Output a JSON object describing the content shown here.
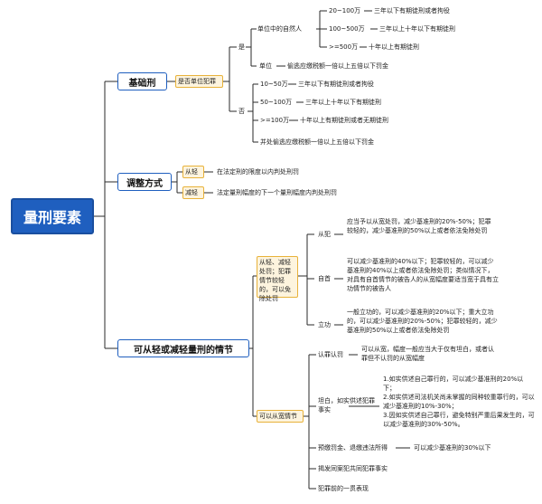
{
  "root": "量刑要素",
  "basic": {
    "title": "基础刑",
    "unit_crime": "是否单位犯罪",
    "yes": "是",
    "natural": "单位中的自然人",
    "amt1": "20~100万",
    "pen1": "三年以下有期徒刑或者拘役",
    "amt2": "100~500万",
    "pen2": "三年以上十年以下有期徒刑",
    "amt3": ">=500万",
    "pen3": "十年以上有期徒刑",
    "unit": "单位",
    "unit_fine": "偷逃应缴税额一倍以上五倍以下罚金",
    "no": "否",
    "amt4": "10~50万",
    "pen4": "三年以下有期徒刑或者拘役",
    "amt5": "50~100万",
    "pen5": "三年以上十年以下有期徒刑",
    "amt6": ">=100万",
    "pen6": "十年以上有期徒刑或者无期徒刑",
    "fine_no": "并处偷逃应缴税额一倍以上五倍以下罚金"
  },
  "adjust": {
    "title": "调整方式",
    "lighter": "从轻",
    "lighter_desc": "在法定刑的限度以内判处刑罚",
    "reduce": "减轻",
    "reduce_desc": "法定量刑幅度的下一个量刑幅度内判处刑罚"
  },
  "circumstances": {
    "title": "可从轻或减轻量刑的情节",
    "must": "从轻、减轻处罚；犯罪情节较轻的，可以免除处罚",
    "accomplice": "从犯",
    "accomplice_desc": "应当予以从宽处罚，减少基准刑的20%-50%；犯罪较轻的，减少基准刑的50%以上或者依法免除处罚",
    "surrender": "自首",
    "surrender_desc": "可以减少基准刑的40%以下；犯罪较轻的，可以减少基准刑的40%以上或者依法免除处罚；类似情况下，对具有自首情节的被告人的从宽幅度要适当宽于具有立功情节的被告人",
    "merit": "立功",
    "merit_desc": "一般立功的，可以减少基准刑的20%以下；重大立功的，可以减少基准刑的20%-50%；犯罪较轻的，减少基准刑的50%以上或者依法免除处罚",
    "may": "可以从宽情节",
    "plead": "认罪认罚",
    "plead_desc": "可以从宽，幅度一般应当大于仅有坦白，或者认罪但不认罚的从宽幅度",
    "confess": "坦白，如实供述犯罪事实",
    "confess_desc": "1.如实供述自己罪行的，可以减少基准刑的20%以下；\n2.如实供述司法机关尚未掌握的同种较重罪行的，可以减少基准刑的10%-30%；\n3.因如实供述自己罪行，避免特别严重后果发生的，可以减少基准刑的30%-50%。",
    "repay": "预缴罚金、退缴违法所得",
    "repay_desc": "可以减少基准刑的30%以下",
    "report": "揭发同案犯共同犯罪事实",
    "prior": "犯罪前的一贯表现"
  }
}
